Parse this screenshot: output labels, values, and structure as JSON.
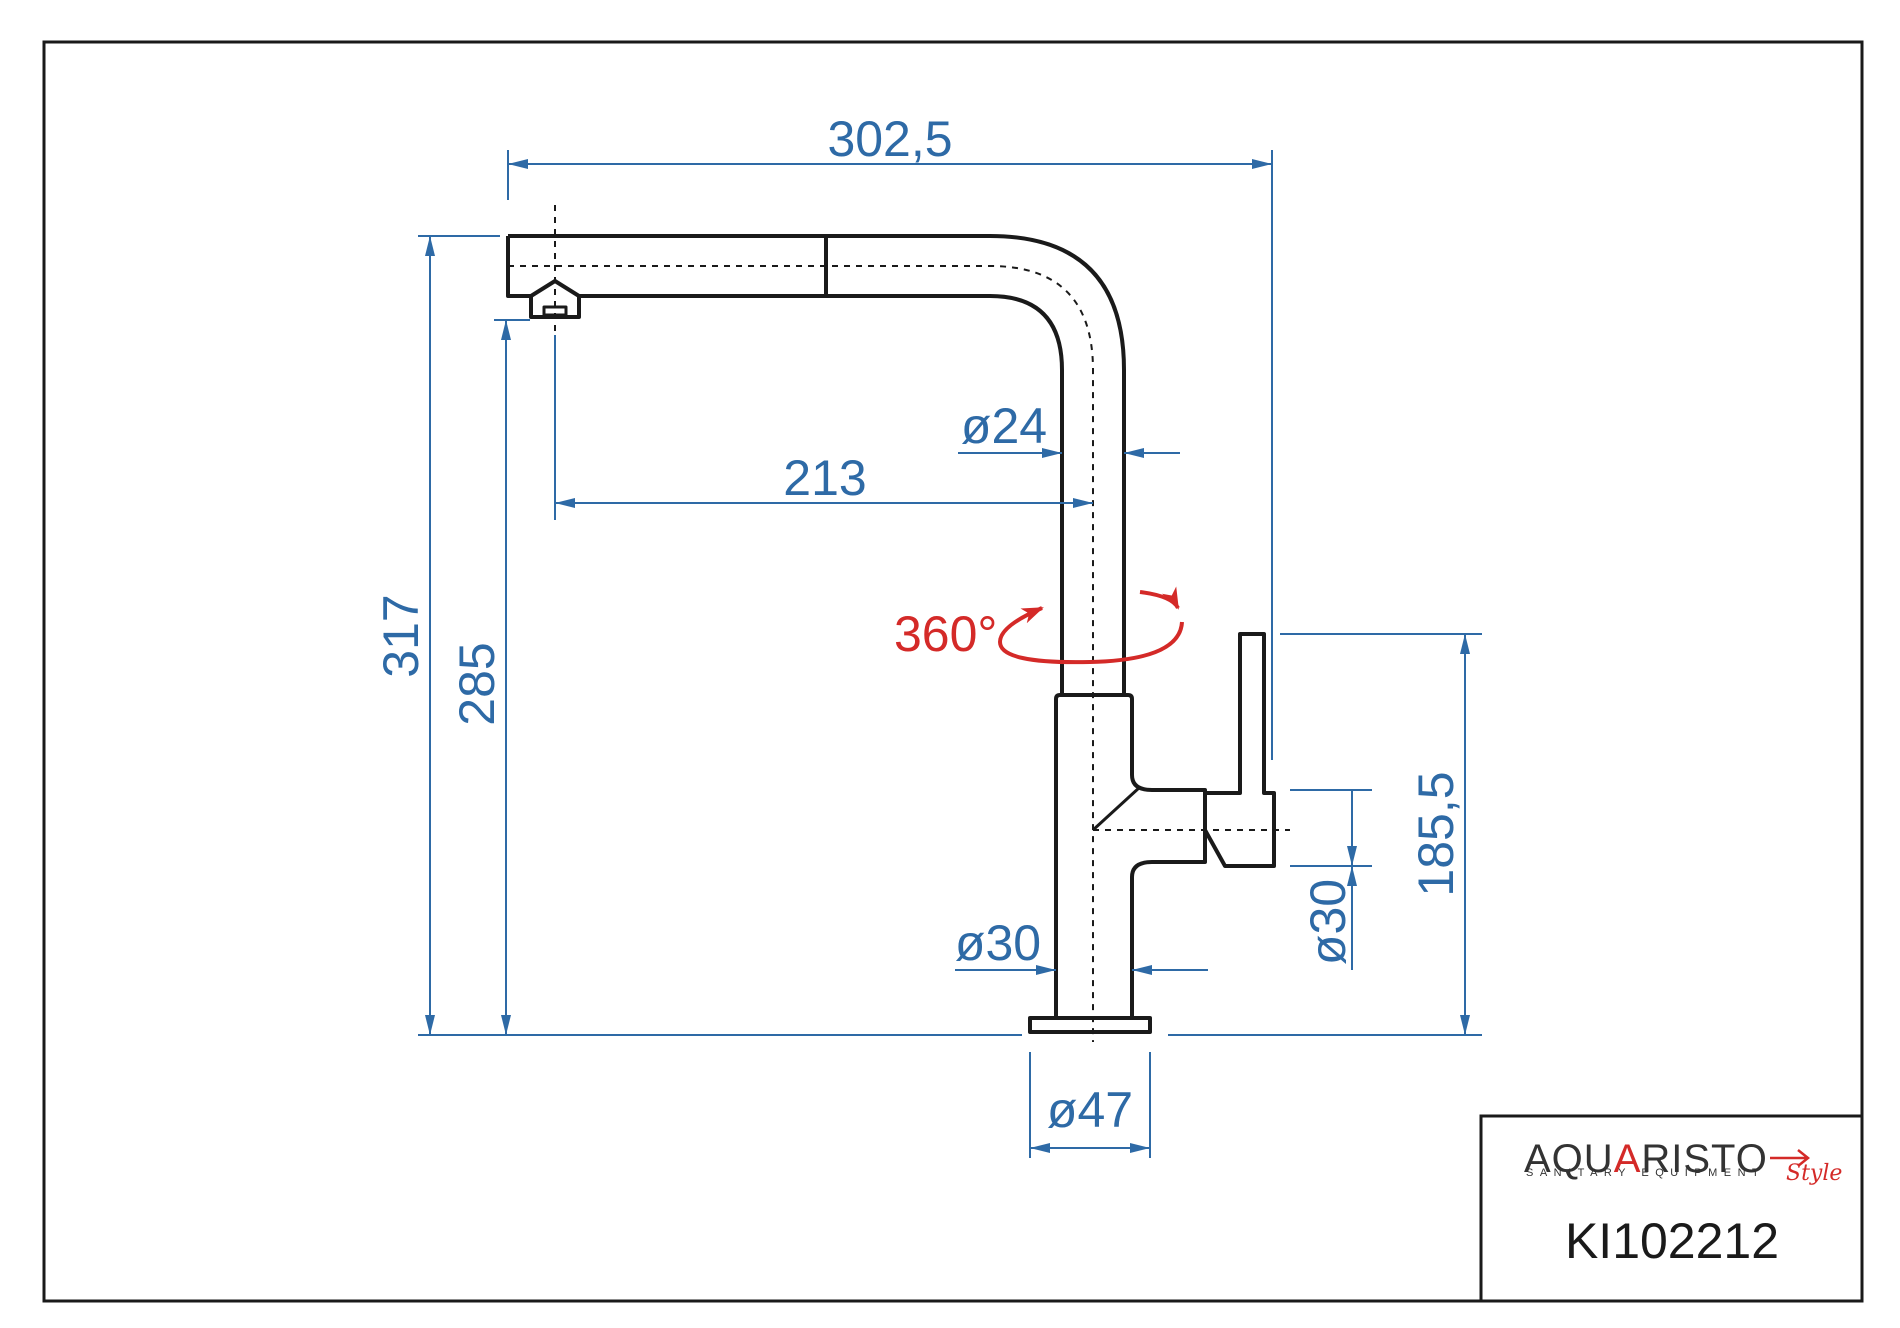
{
  "colors": {
    "dimension": "#2e6aa6",
    "outline": "#1a1a1a",
    "rotation": "#d42a28",
    "brand_red": "#d42a28",
    "brand_dark": "#333333"
  },
  "dimensions": {
    "total_width": "302,5",
    "spout_reach": "213",
    "total_height": "317",
    "spout_height": "285",
    "handle_height": "185,5",
    "spout_diameter": "ø24",
    "body_diameter": "ø30",
    "handle_diameter": "ø30",
    "base_diameter": "ø47"
  },
  "rotation": {
    "label": "360°"
  },
  "title_block": {
    "brand_pre": "AQU",
    "brand_accent": "A",
    "brand_post": "RISTO",
    "brand_subtitle": "SANITARY EQUIPMENT",
    "brand_script": "Style",
    "product_code": "KI102212"
  }
}
